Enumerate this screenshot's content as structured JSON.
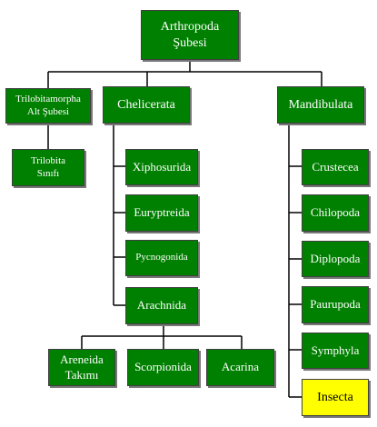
{
  "nodes": {
    "arthropoda": [
      "Arthropoda",
      "Şubesi"
    ],
    "trilobitamorpha": [
      "Trilobitamorpha",
      "Alt Şubesi"
    ],
    "chelicerata": [
      "Chelicerata"
    ],
    "mandibulata": [
      "Mandibulata"
    ],
    "trilobita": [
      "Trilobita",
      "Sınıfı"
    ],
    "xiphosurida": [
      "Xiphosurida"
    ],
    "eurypterida": [
      "Euryptreida"
    ],
    "pycnogonida": [
      "Pycnogonida"
    ],
    "arachnida": [
      "Arachnida"
    ],
    "araneida": [
      "Areneida",
      "Takımı"
    ],
    "scorpionida": [
      "Scorpionida"
    ],
    "acarina": [
      "Acarina"
    ],
    "crustacea": [
      "Crustecea"
    ],
    "chilopoda": [
      "Chilopoda"
    ],
    "diplopoda": [
      "Diplopoda"
    ],
    "pauropoda": [
      "Paurupoda"
    ],
    "symphyla": [
      "Symphyla"
    ],
    "insecta": [
      "Insecta"
    ]
  },
  "colors": {
    "node_fill": "#008000",
    "node_text": "#ffffff",
    "highlight_fill": "#ffff00",
    "highlight_text": "#000000",
    "connector": "#000000"
  }
}
